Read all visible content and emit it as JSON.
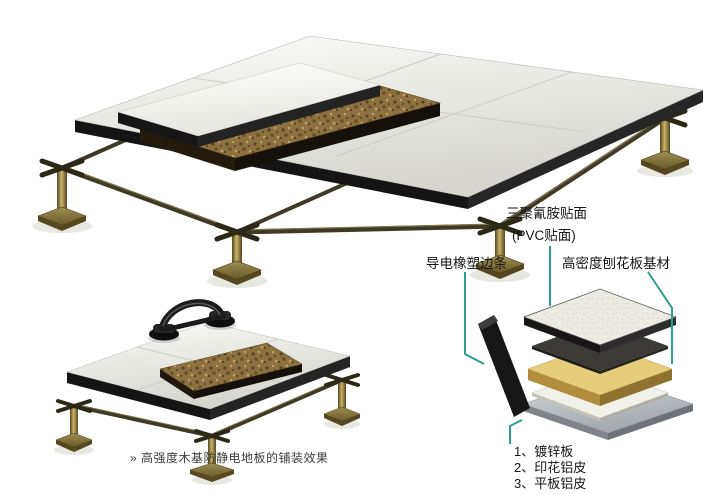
{
  "captions": {
    "install_effect": "» 高强度木基防静电地板的铺装效果"
  },
  "diagram": {
    "labels": {
      "melamine": "三聚氰胺贴面",
      "pvc": "(PVC贴面)",
      "edge_strip": "导电橡塑边条",
      "substrate": "高密度刨花板基材"
    },
    "layer_list": [
      "1、镀锌板",
      "2、印花铝皮",
      "3、平板铝皮"
    ]
  },
  "colors": {
    "leader_line": "#2f9e8e",
    "chipboard": "#8d7140",
    "pedestal_brass": "#c9b369",
    "core_yellow": "#e5cd7c",
    "plate_gray": "#a8aeb3",
    "edge_black": "#141414"
  }
}
